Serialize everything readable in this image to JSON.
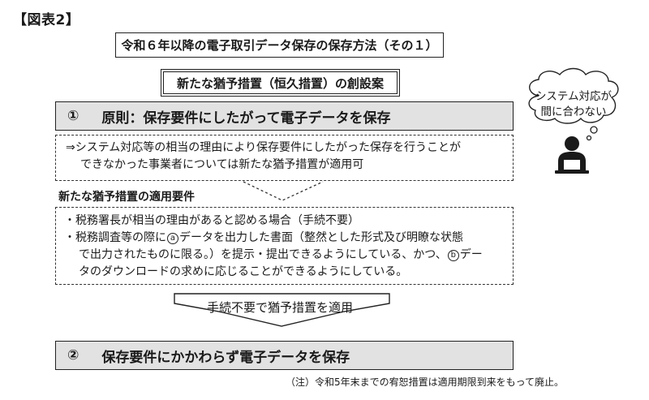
{
  "figure_label": "【図表2】",
  "title": "令和６年以降の電子取引データ保存の保存方法（その１）",
  "subtitle": "新たな猶予措置（恒久措置）の創設案",
  "principle": {
    "number": "①",
    "text": "原則：保存要件にしたがって電子データを保存"
  },
  "exception_text": {
    "line1": "⇒システム対応等の相当の理由により保存要件にしたがった保存を行うことが",
    "line2": "できなかった事業者については新たな猶予措置が適用可"
  },
  "requirements": {
    "heading": "新たな猶予措置の適用要件",
    "item1": "・税務署長が相当の理由があると認める場合（手続不要）",
    "item2_line1_a": "・税務調査等の際に",
    "item2_circle_a": "a",
    "item2_line1_b": "データを出力した書面（整然とした形式及び明瞭な状態",
    "item2_line2": "で出力されたものに限る。）を提示・提出できるようにしている、かつ、",
    "item2_circle_b": "b",
    "item2_line2_b": "デー",
    "item2_line3": "タのダウンロードの求めに応じることができるようにしている。"
  },
  "arrow_text": "手続不要で猶予措置を適用",
  "result": {
    "number": "②",
    "text": "保存要件にかかわらず電子データを保存"
  },
  "note": "（注）令和5年末までの宥恕措置は適用期限到来をもって廃止。",
  "thought_bubble": {
    "line1": "システム対応が",
    "line2": "間に合わない"
  }
}
